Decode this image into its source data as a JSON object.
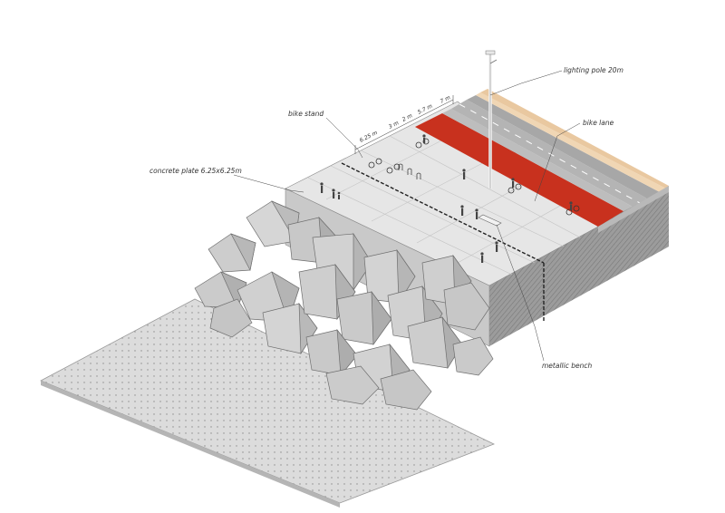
{
  "labels": {
    "lighting_pole": "lighting pole 20m",
    "bike_stand": "bike stand",
    "bike_lane": "bike lane",
    "concrete_plate": "concrete plate 6.25x6.25m",
    "metallic_bench": "metallic bench"
  },
  "dimensions": [
    "6.25 m",
    "3 m",
    "2 m",
    "5.7 m",
    "7 m"
  ],
  "colors": {
    "bike_lane": "#c8311e",
    "plaza": "#e4e4e4",
    "sand": "#f0d6b4",
    "road": "#b9b9b9",
    "wall": "#9a9a9a",
    "ground": "#dadada",
    "boulder": "#cfcfcf"
  }
}
